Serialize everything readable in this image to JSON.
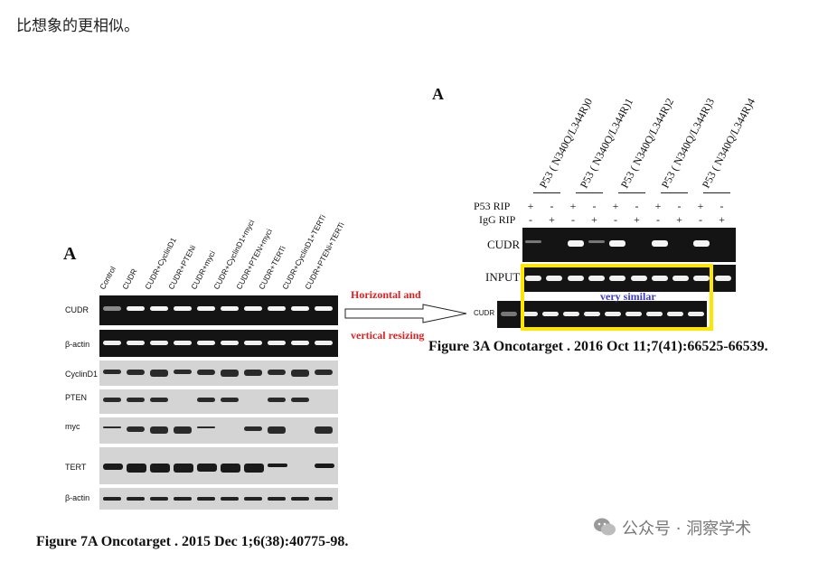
{
  "intro_text": "比想象的更相似。",
  "left_figure": {
    "panel_letter": "A",
    "lanes": [
      "Control",
      "CUDR",
      "CUDR+CyclinD1",
      "CUDR+PTENi",
      "CUDR+myci",
      "CUDR+CyclinD1+myci",
      "CUDR+PTEN+myci",
      "CUDR+TERTi",
      "CUDR+CyclinD1+TERTi",
      "CUDR+PTENi+TERTi"
    ],
    "rows": [
      "CUDR",
      "β-actin",
      "CyclinD1",
      "PTEN",
      "myc",
      "TERT",
      "β-actin"
    ],
    "annotation_line1": "Horizontal and",
    "annotation_line2": "vertical resizing",
    "caption": "Figure 7A Oncotarget . 2015 Dec 1;6(38):40775-98."
  },
  "right_figure": {
    "panel_letter": "A",
    "columns": [
      "P53 ( N340Q/L344R)0",
      "P53 ( N340Q/L344R)1",
      "P53 ( N340Q/L344R)2",
      "P53 ( N340Q/L344R)3",
      "P53 ( N340Q/L344R)4"
    ],
    "p53_rip_label": "P53 RIP",
    "igg_rip_label": "IgG RIP",
    "p53_rip_signs": [
      "+",
      "-",
      "+",
      "-",
      "+",
      "-",
      "+",
      "-",
      "+",
      "-"
    ],
    "igg_rip_signs": [
      "-",
      "+",
      "-",
      "+",
      "-",
      "+",
      "-",
      "+",
      "-",
      "+"
    ],
    "rows": [
      "CUDR",
      "INPUT"
    ],
    "inset_label": "CUDR",
    "annotation": "very similar",
    "caption": "Figure 3A Oncotarget . 2016 Oct 11;7(41):66525-66539."
  },
  "watermark": "公众号 · 洞察学术",
  "colors": {
    "highlight": "#ffe600",
    "annotation_red": "#e02020",
    "annotation_blue": "#3b3bc4"
  }
}
